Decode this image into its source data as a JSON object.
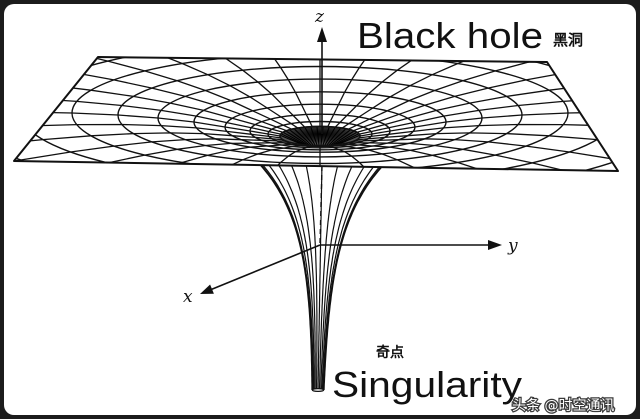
{
  "labels": {
    "black_hole": "Black hole",
    "black_hole_cn": "黑洞",
    "singularity": "Singularity",
    "singularity_cn": "奇点"
  },
  "axes": {
    "x": "x",
    "y": "y",
    "z": "z"
  },
  "watermark": "头条 @时空通讯",
  "colors": {
    "line": "#111111",
    "background": "#ffffff",
    "frame": "#1c1c1c"
  }
}
